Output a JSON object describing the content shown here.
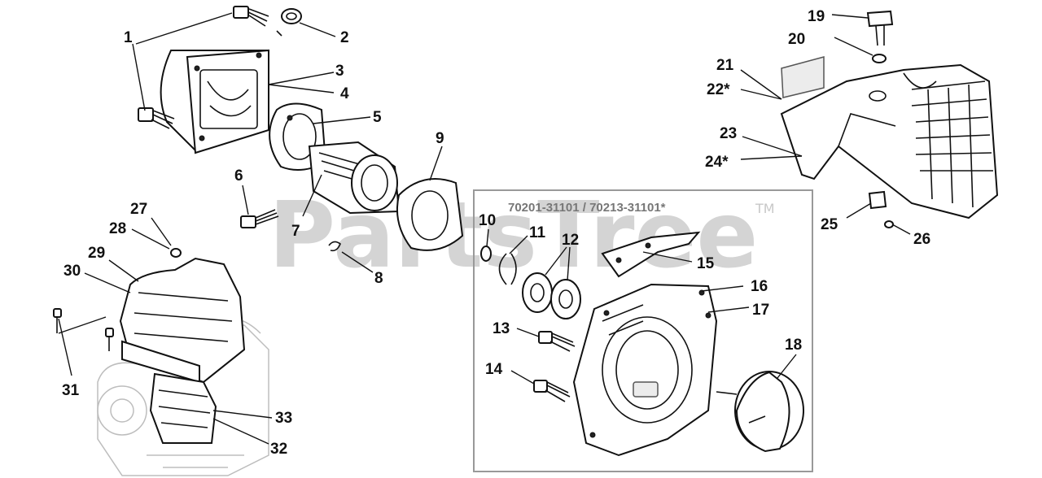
{
  "watermark": {
    "text": "PartsTree",
    "trademark": "TM"
  },
  "kit_box": {
    "label": "70201-31101 / 70213-31101*"
  },
  "callouts": [
    "1",
    "2",
    "3",
    "4",
    "5",
    "6",
    "7",
    "8",
    "9",
    "10",
    "11",
    "12",
    "13",
    "14",
    "15",
    "16",
    "17",
    "18",
    "19",
    "20",
    "21",
    "22*",
    "23",
    "24*",
    "25",
    "26",
    "27",
    "28",
    "29",
    "30",
    "31",
    "32",
    "33"
  ],
  "colors": {
    "ink": "#111111",
    "watermark": "#d4d4d4",
    "kit_border": "#999999",
    "background": "#ffffff"
  }
}
